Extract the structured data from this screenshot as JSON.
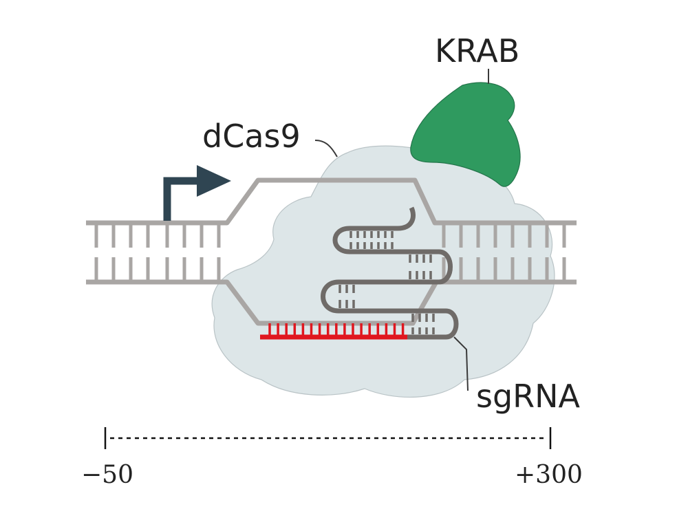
{
  "labels": {
    "effector": "KRAB",
    "protein": "dCas9",
    "guide": "sgRNA"
  },
  "scale": {
    "start": "−50",
    "end": "+300"
  },
  "colors": {
    "krab": "#2f9a5f",
    "dcas9": "#dde6e8",
    "dna": "#a9a6a4",
    "sgrna": "#6f6b68",
    "spacer": "#e0171f",
    "arrow": "#2f4552"
  },
  "icons": {
    "tss": "transcription-start-arrow"
  }
}
